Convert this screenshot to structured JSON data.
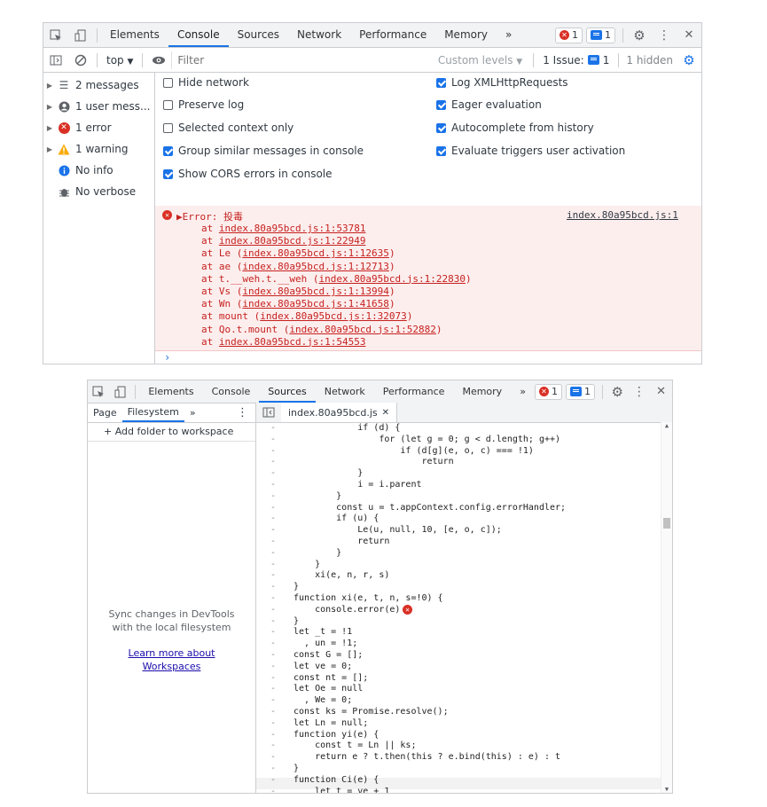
{
  "console_window": {
    "tabs": [
      "Elements",
      "Console",
      "Sources",
      "Network",
      "Performance",
      "Memory"
    ],
    "more_tabs": "»",
    "error_count": "1",
    "message_count": "1",
    "close": "✕",
    "filterbar": {
      "context": "top",
      "filter_placeholder": "Filter",
      "levels": "Custom levels",
      "issues_label": "1 Issue:",
      "issues_count": "1",
      "hidden": "1 hidden"
    },
    "sidebar": [
      {
        "label": "2 messages",
        "icon": "list-icon"
      },
      {
        "label": "1 user mess...",
        "icon": "user-icon"
      },
      {
        "label": "1 error",
        "icon": "error-icon"
      },
      {
        "label": "1 warning",
        "icon": "warning-icon"
      },
      {
        "label": "No info",
        "icon": "info-icon"
      },
      {
        "label": "No verbose",
        "icon": "bug-icon"
      }
    ],
    "settings_left": [
      {
        "label": "Hide network",
        "checked": false
      },
      {
        "label": "Preserve log",
        "checked": false
      },
      {
        "label": "Selected context only",
        "checked": false
      },
      {
        "label": "Group similar messages in console",
        "checked": true
      },
      {
        "label": "Show CORS errors in console",
        "checked": true
      }
    ],
    "settings_right": [
      {
        "label": "Log XMLHttpRequests",
        "checked": true
      },
      {
        "label": "Eager evaluation",
        "checked": true
      },
      {
        "label": "Autocomplete from history",
        "checked": true
      },
      {
        "label": "Evaluate triggers user activation",
        "checked": true
      }
    ],
    "error": {
      "header": "▶Error: 投毒",
      "source": "index.80a95bcd.js:1",
      "stack": [
        {
          "pre": "at ",
          "link": "index.80a95bcd.js:1:53781",
          "post": ""
        },
        {
          "pre": "at ",
          "link": "index.80a95bcd.js:1:22949",
          "post": ""
        },
        {
          "pre": "at Le (",
          "link": "index.80a95bcd.js:1:12635",
          "post": ")"
        },
        {
          "pre": "at ae (",
          "link": "index.80a95bcd.js:1:12713",
          "post": ")"
        },
        {
          "pre": "at t.__weh.t.__weh (",
          "link": "index.80a95bcd.js:1:22830",
          "post": ")"
        },
        {
          "pre": "at Vs (",
          "link": "index.80a95bcd.js:1:13994",
          "post": ")"
        },
        {
          "pre": "at Wn (",
          "link": "index.80a95bcd.js:1:41658",
          "post": ")"
        },
        {
          "pre": "at mount (",
          "link": "index.80a95bcd.js:1:32073",
          "post": ")"
        },
        {
          "pre": "at Qo.t.mount (",
          "link": "index.80a95bcd.js:1:52882",
          "post": ")"
        },
        {
          "pre": "at ",
          "link": "index.80a95bcd.js:1:54553",
          "post": ""
        }
      ]
    },
    "prompt": "›"
  },
  "sources_window": {
    "tabs": [
      "Elements",
      "Console",
      "Sources",
      "Network",
      "Performance",
      "Memory"
    ],
    "more_tabs": "»",
    "error_count": "1",
    "message_count": "1",
    "close": "✕",
    "nav_tabs": [
      "Page",
      "Filesystem"
    ],
    "nav_more": "»",
    "add_folder": "+ Add folder to workspace",
    "sync_text_1": "Sync changes in DevTools",
    "sync_text_2": "with the local filesystem",
    "learn_1": "Learn more about",
    "learn_2": "Workspaces",
    "file_tab": "index.80a95bcd.js",
    "file_close": "✕",
    "code": [
      "            if (d) {",
      "                for (let g = 0; g < d.length; g++)",
      "                    if (d[g](e, o, c) === !1)",
      "                        return",
      "            }",
      "            i = i.parent",
      "        }",
      "        const u = t.appContext.config.errorHandler;",
      "        if (u) {",
      "            Le(u, null, 10, [e, o, c]);",
      "            return",
      "        }",
      "    }",
      "    xi(e, n, r, s)",
      "}",
      "function xi(e, t, n, s=!0) {",
      "    console.error(e)",
      "}",
      "let _t = !1",
      "  , un = !1;",
      "const G = [];",
      "let ve = 0;",
      "const nt = [];",
      "let Oe = null",
      "  , We = 0;",
      "const ks = Promise.resolve();",
      "let Ln = null;",
      "function yi(e) {",
      "    const t = Ln || ks;",
      "    return e ? t.then(this ? e.bind(this) : e) : t",
      "}",
      "function Ci(e) {",
      "    let t = ve + 1"
    ],
    "gutter": "-"
  }
}
